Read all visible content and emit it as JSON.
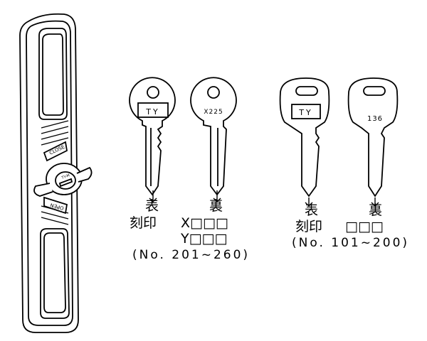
{
  "lock": {
    "close_label": "CLOSE",
    "open_label": "OPEN",
    "cylinder_mark": "TY-M"
  },
  "key_group_1": {
    "front_key_stamp": "TY",
    "back_key_stamp": "X225",
    "front_label": "表",
    "back_label": "裏",
    "engraving_label": "刻印",
    "engraving_line_1": "X□□□",
    "engraving_line_2": "Y□□□",
    "number_range": "(No. 201~260)"
  },
  "key_group_2": {
    "front_key_stamp": "TY",
    "back_key_stamp": "136",
    "front_label": "表",
    "back_label": "裏",
    "engraving_label": "刻印",
    "engraving_line_1": "□□□",
    "number_range": "(No. 101~200)"
  }
}
